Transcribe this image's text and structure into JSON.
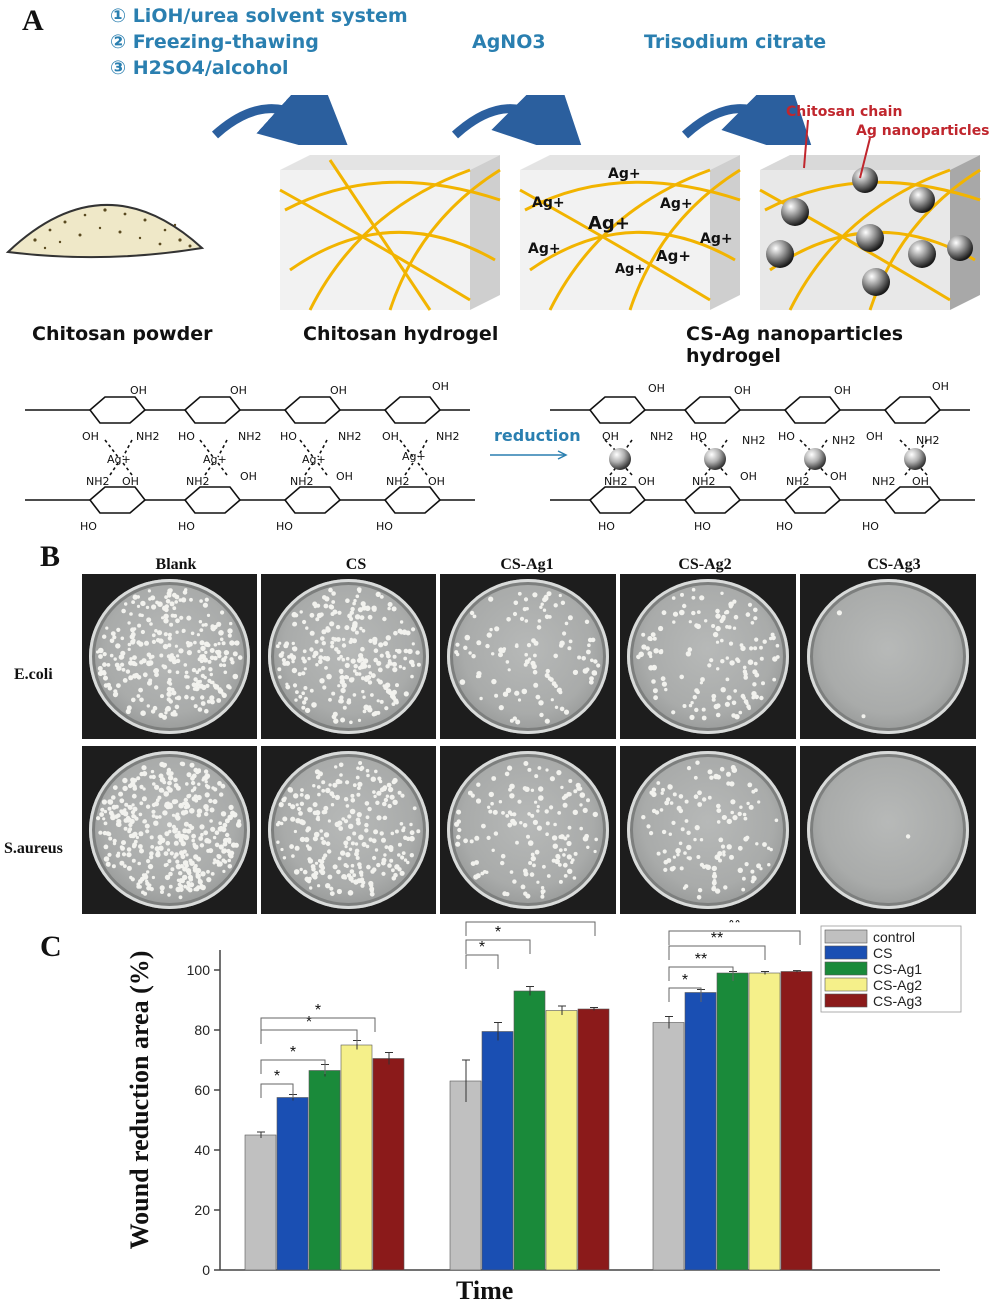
{
  "panel_a": {
    "letter": "A",
    "steps": [
      "① LiOH/urea solvent system",
      "② Freezing-thawing",
      "③ H2SO4/alcohol"
    ],
    "reagents": [
      "AgNO3",
      "Trisodium citrate"
    ],
    "labels": {
      "chitosan_chain": "Chitosan chain",
      "ag_nanoparticles": "Ag nanoparticles"
    },
    "captions": [
      "Chitosan powder",
      "Chitosan hydrogel",
      "CS-Ag nanoparticles hydrogel"
    ],
    "ag_ion": "Ag+",
    "reduction": "reduction",
    "chem": {
      "oh": "OH",
      "nh2": "NH2",
      "ho": "HO",
      "ag": "Ag+"
    }
  },
  "panel_b": {
    "letter": "B",
    "columns": [
      "Blank",
      "CS",
      "CS-Ag1",
      "CS-Ag2",
      "CS-Ag3"
    ],
    "rows": [
      "E.coli",
      "S.aureus"
    ]
  },
  "panel_c": {
    "letter": "C",
    "chart_data": {
      "type": "bar",
      "ylabel": "Wound reduction area (%)",
      "xlabel": "Time",
      "ylim": [
        0,
        110
      ],
      "yticks": [
        0,
        20,
        40,
        60,
        80,
        100
      ],
      "groups": 3,
      "series": [
        {
          "name": "control",
          "values": [
            45,
            63,
            82.5
          ],
          "errors": [
            1,
            7,
            2
          ],
          "color": "#c0c0c0"
        },
        {
          "name": "CS",
          "values": [
            57.5,
            79.5,
            92.5
          ],
          "errors": [
            1,
            3,
            1
          ],
          "color": "#1a4fb3"
        },
        {
          "name": "CS-Ag1",
          "values": [
            66.5,
            93,
            99
          ],
          "errors": [
            2,
            1.5,
            0.5
          ],
          "color": "#1a8a3a"
        },
        {
          "name": "CS-Ag2",
          "values": [
            75,
            86.5,
            99
          ],
          "errors": [
            1.5,
            1.5,
            0.5
          ],
          "color": "#f5f08a"
        },
        {
          "name": "CS-Ag3",
          "values": [
            70.5,
            87,
            99.5
          ],
          "errors": [
            2,
            0.5,
            0.3
          ],
          "color": "#8b1a1a"
        }
      ],
      "significance_marks": [
        "*",
        "**"
      ],
      "legend": "top-right"
    }
  }
}
